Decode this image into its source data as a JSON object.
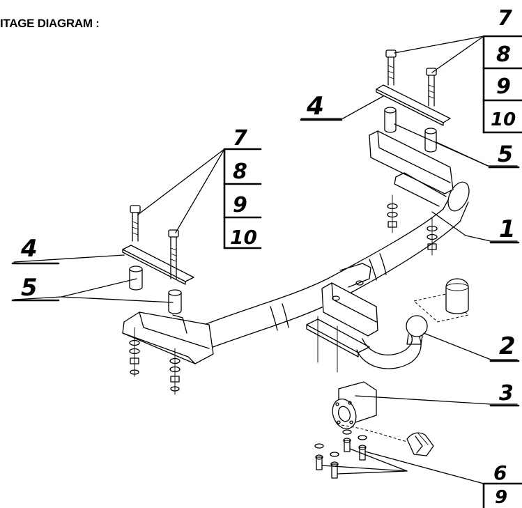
{
  "title": "ITAGE DIAGRAM :",
  "callouts": {
    "part_1": "1",
    "part_2": "2",
    "part_3": "3",
    "part_4_left": "4",
    "part_4_right": "4",
    "part_5_left": "5",
    "part_5_right": "5",
    "part_6": "6"
  },
  "bolt_tables": {
    "left": [
      "7",
      "8",
      "9",
      "10"
    ],
    "right": [
      "7",
      "8",
      "9",
      "10"
    ],
    "bottom": [
      "9"
    ]
  }
}
